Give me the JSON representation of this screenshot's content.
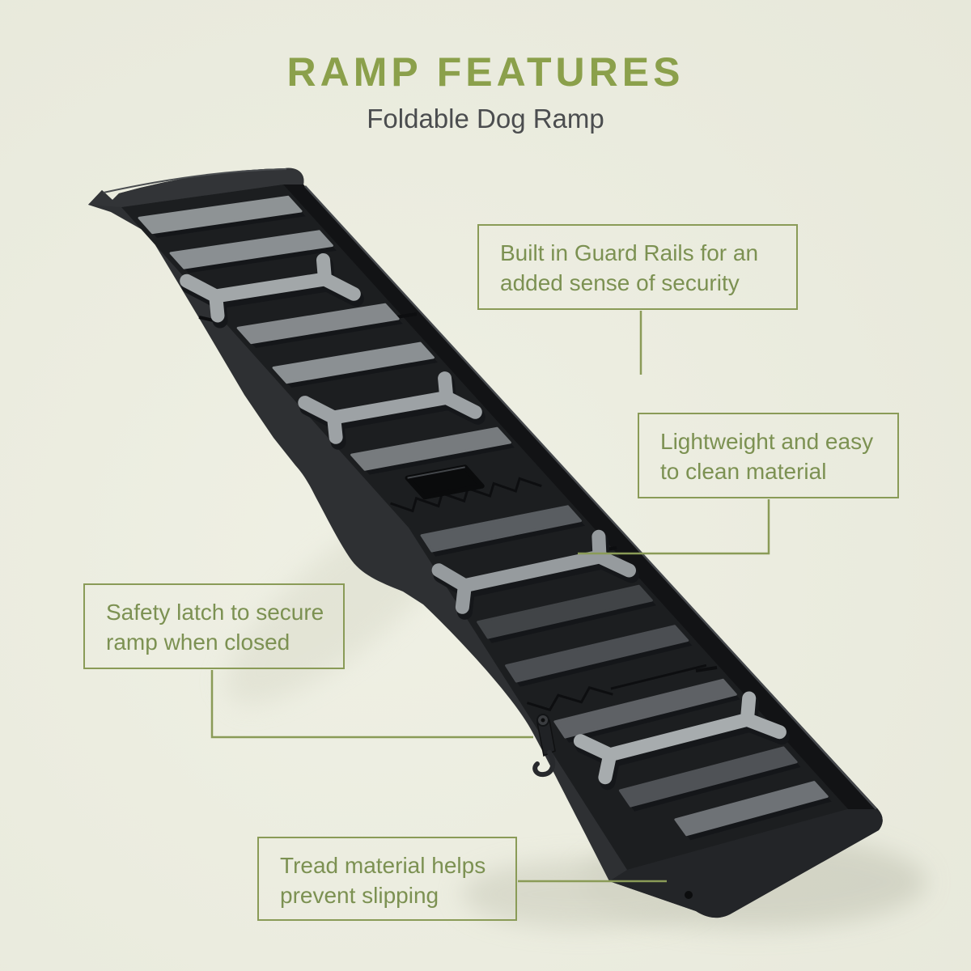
{
  "title": "RAMP FEATURES",
  "subtitle": "Foldable Dog Ramp",
  "callouts": [
    {
      "id": "guard-rails",
      "text": "Built in Guard Rails for an added sense of security",
      "lines": [
        "Built in Guard Rails for an",
        "added sense of security"
      ]
    },
    {
      "id": "lightweight",
      "text": "Lightweight and easy to clean material",
      "lines": [
        "Lightweight and easy",
        "to clean material"
      ]
    },
    {
      "id": "safety-latch",
      "text": "Safety latch to secure ramp when closed",
      "lines": [
        "Safety latch to secure",
        "ramp when closed"
      ]
    },
    {
      "id": "tread",
      "text": "Tread material helps prevent slipping",
      "lines": [
        "Tread material helps",
        "prevent slipping"
      ]
    }
  ],
  "colors": {
    "background": "#ebece0",
    "accent_green": "#8a9b57",
    "title_green": "#8ba04b",
    "text_green": "#7c9152",
    "subtitle_gray": "#4b4d4f",
    "ramp_black": "#202225",
    "deck_black": "#1c1e20",
    "rail_gray": "#2e3033",
    "tread_light": "#9aa0a3"
  }
}
